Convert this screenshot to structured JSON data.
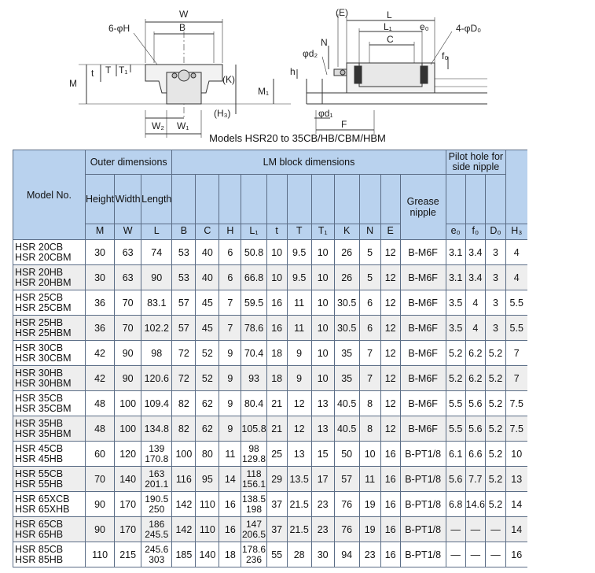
{
  "drawing": {
    "left_labels": {
      "W": "W",
      "B": "B",
      "holes": "6-φH",
      "M": "M",
      "t": "t",
      "T": "T",
      "T1": "T₁",
      "K": "(K)",
      "H3": "(H₃)",
      "W2": "W₂",
      "W1": "W₁"
    },
    "right_labels": {
      "E": "(E)",
      "L": "L",
      "L1": "L₁",
      "C": "C",
      "e0": "e₀",
      "holes": "4-φD₀",
      "f0": "f₀",
      "N": "N",
      "d2": "φd₂",
      "h": "h",
      "M1": "M₁",
      "d1": "φd₁",
      "F": "F"
    }
  },
  "caption": "Models HSR20 to 35CB/HB/CBM/HBM",
  "table": {
    "model_header": "Model No.",
    "outer_group": "Outer dimensions",
    "lm_group": "LM block dimensions",
    "pilot_group": "Pilot hole for side nipple",
    "outer_names": [
      "Height",
      "Width",
      "Length"
    ],
    "outer_symbols": [
      "M",
      "W",
      "L"
    ],
    "lm_symbols": [
      "B",
      "C",
      "H",
      "L₁",
      "t",
      "T",
      "T₁",
      "K",
      "N",
      "E"
    ],
    "grease_header": "Grease nipple",
    "pilot_symbols": [
      "e₀",
      "f₀",
      "D₀"
    ],
    "h3_symbol": "H₃",
    "rows": [
      {
        "model": [
          "HSR 20CB",
          "HSR 20CBM"
        ],
        "M": "30",
        "W": "63",
        "L": [
          "74"
        ],
        "B": "53",
        "C": "40",
        "H": "6",
        "L1": [
          "50.8"
        ],
        "t": "10",
        "T": "9.5",
        "T1": "10",
        "K": "26",
        "N": "5",
        "E": "12",
        "grease": "B-M6F",
        "e0": "3.1",
        "f0": "3.4",
        "D0": "3",
        "H3": "4"
      },
      {
        "model": [
          "HSR 20HB",
          "HSR 20HBM"
        ],
        "M": "30",
        "W": "63",
        "L": [
          "90"
        ],
        "B": "53",
        "C": "40",
        "H": "6",
        "L1": [
          "66.8"
        ],
        "t": "10",
        "T": "9.5",
        "T1": "10",
        "K": "26",
        "N": "5",
        "E": "12",
        "grease": "B-M6F",
        "e0": "3.1",
        "f0": "3.4",
        "D0": "3",
        "H3": "4"
      },
      {
        "model": [
          "HSR 25CB",
          "HSR 25CBM"
        ],
        "M": "36",
        "W": "70",
        "L": [
          "83.1"
        ],
        "B": "57",
        "C": "45",
        "H": "7",
        "L1": [
          "59.5"
        ],
        "t": "16",
        "T": "11",
        "T1": "10",
        "K": "30.5",
        "N": "6",
        "E": "12",
        "grease": "B-M6F",
        "e0": "3.5",
        "f0": "4",
        "D0": "3",
        "H3": "5.5"
      },
      {
        "model": [
          "HSR 25HB",
          "HSR 25HBM"
        ],
        "M": "36",
        "W": "70",
        "L": [
          "102.2"
        ],
        "B": "57",
        "C": "45",
        "H": "7",
        "L1": [
          "78.6"
        ],
        "t": "16",
        "T": "11",
        "T1": "10",
        "K": "30.5",
        "N": "6",
        "E": "12",
        "grease": "B-M6F",
        "e0": "3.5",
        "f0": "4",
        "D0": "3",
        "H3": "5.5"
      },
      {
        "model": [
          "HSR 30CB",
          "HSR 30CBM"
        ],
        "M": "42",
        "W": "90",
        "L": [
          "98"
        ],
        "B": "72",
        "C": "52",
        "H": "9",
        "L1": [
          "70.4"
        ],
        "t": "18",
        "T": "9",
        "T1": "10",
        "K": "35",
        "N": "7",
        "E": "12",
        "grease": "B-M6F",
        "e0": "5.2",
        "f0": "6.2",
        "D0": "5.2",
        "H3": "7"
      },
      {
        "model": [
          "HSR 30HB",
          "HSR 30HBM"
        ],
        "M": "42",
        "W": "90",
        "L": [
          "120.6"
        ],
        "B": "72",
        "C": "52",
        "H": "9",
        "L1": [
          "93"
        ],
        "t": "18",
        "T": "9",
        "T1": "10",
        "K": "35",
        "N": "7",
        "E": "12",
        "grease": "B-M6F",
        "e0": "5.2",
        "f0": "6.2",
        "D0": "5.2",
        "H3": "7"
      },
      {
        "model": [
          "HSR 35CB",
          "HSR 35CBM"
        ],
        "M": "48",
        "W": "100",
        "L": [
          "109.4"
        ],
        "B": "82",
        "C": "62",
        "H": "9",
        "L1": [
          "80.4"
        ],
        "t": "21",
        "T": "12",
        "T1": "13",
        "K": "40.5",
        "N": "8",
        "E": "12",
        "grease": "B-M6F",
        "e0": "5.5",
        "f0": "5.6",
        "D0": "5.2",
        "H3": "7.5"
      },
      {
        "model": [
          "HSR 35HB",
          "HSR 35HBM"
        ],
        "M": "48",
        "W": "100",
        "L": [
          "134.8"
        ],
        "B": "82",
        "C": "62",
        "H": "9",
        "L1": [
          "105.8"
        ],
        "t": "21",
        "T": "12",
        "T1": "13",
        "K": "40.5",
        "N": "8",
        "E": "12",
        "grease": "B-M6F",
        "e0": "5.5",
        "f0": "5.6",
        "D0": "5.2",
        "H3": "7.5"
      },
      {
        "model": [
          "HSR 45CB",
          "HSR 45HB"
        ],
        "M": "60",
        "W": "120",
        "L": [
          "139",
          "170.8"
        ],
        "B": "100",
        "C": "80",
        "H": "11",
        "L1": [
          "98",
          "129.8"
        ],
        "t": "25",
        "T": "13",
        "T1": "15",
        "K": "50",
        "N": "10",
        "E": "16",
        "grease": "B-PT1/8",
        "e0": "6.1",
        "f0": "6.6",
        "D0": "5.2",
        "H3": "10"
      },
      {
        "model": [
          "HSR 55CB",
          "HSR 55HB"
        ],
        "M": "70",
        "W": "140",
        "L": [
          "163",
          "201.1"
        ],
        "B": "116",
        "C": "95",
        "H": "14",
        "L1": [
          "118",
          "156.1"
        ],
        "t": "29",
        "T": "13.5",
        "T1": "17",
        "K": "57",
        "N": "11",
        "E": "16",
        "grease": "B-PT1/8",
        "e0": "5.6",
        "f0": "7.7",
        "D0": "5.2",
        "H3": "13"
      },
      {
        "model": [
          "HSR 65XCB",
          "HSR 65XHB"
        ],
        "M": "90",
        "W": "170",
        "L": [
          "190.5",
          "250"
        ],
        "B": "142",
        "C": "110",
        "H": "16",
        "L1": [
          "138.5",
          "198"
        ],
        "t": "37",
        "T": "21.5",
        "T1": "23",
        "K": "76",
        "N": "19",
        "E": "16",
        "grease": "B-PT1/8",
        "e0": "6.8",
        "f0": "14.6",
        "D0": "5.2",
        "H3": "14"
      },
      {
        "model": [
          "HSR 65CB",
          "HSR 65HB"
        ],
        "M": "90",
        "W": "170",
        "L": [
          "186",
          "245.5"
        ],
        "B": "142",
        "C": "110",
        "H": "16",
        "L1": [
          "147",
          "206.5"
        ],
        "t": "37",
        "T": "21.5",
        "T1": "23",
        "K": "76",
        "N": "19",
        "E": "16",
        "grease": "B-PT1/8",
        "e0": "—",
        "f0": "—",
        "D0": "—",
        "H3": "14"
      },
      {
        "model": [
          "HSR 85CB",
          "HSR 85HB"
        ],
        "M": "110",
        "W": "215",
        "L": [
          "245.6",
          "303"
        ],
        "B": "185",
        "C": "140",
        "H": "18",
        "L1": [
          "178.6",
          "236"
        ],
        "t": "55",
        "T": "28",
        "T1": "30",
        "K": "94",
        "N": "23",
        "E": "16",
        "grease": "B-PT1/8",
        "e0": "—",
        "f0": "—",
        "D0": "—",
        "H3": "16"
      }
    ]
  }
}
